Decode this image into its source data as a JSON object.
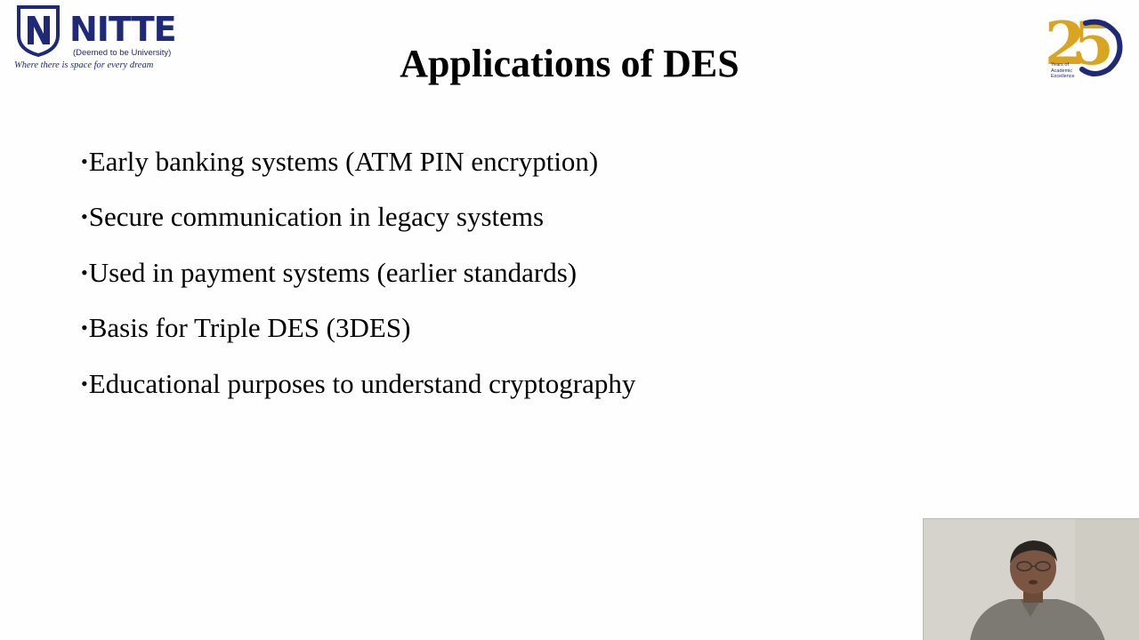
{
  "logo_left": {
    "wordmark": "NITTE",
    "subtitle": "(Deemed to be University)",
    "tagline": "Where there is space for every dream"
  },
  "logo_right": {
    "numeral": "25",
    "caption_line1": "Years of",
    "caption_line2": "Academic",
    "caption_line3": "Excellence"
  },
  "slide": {
    "title": "Applications of DES",
    "bullet_glyph": "•",
    "bullets": [
      "Early banking systems (ATM PIN encryption)",
      "Secure communication in legacy systems",
      "Used in payment systems (earlier standards)",
      "Basis for Triple DES (3DES)",
      "Educational purposes to understand cryptography"
    ]
  },
  "colors": {
    "brand_blue": "#1e2a78",
    "brand_gold": "#d9a520",
    "text": "#000000",
    "background": "#fefefe"
  }
}
